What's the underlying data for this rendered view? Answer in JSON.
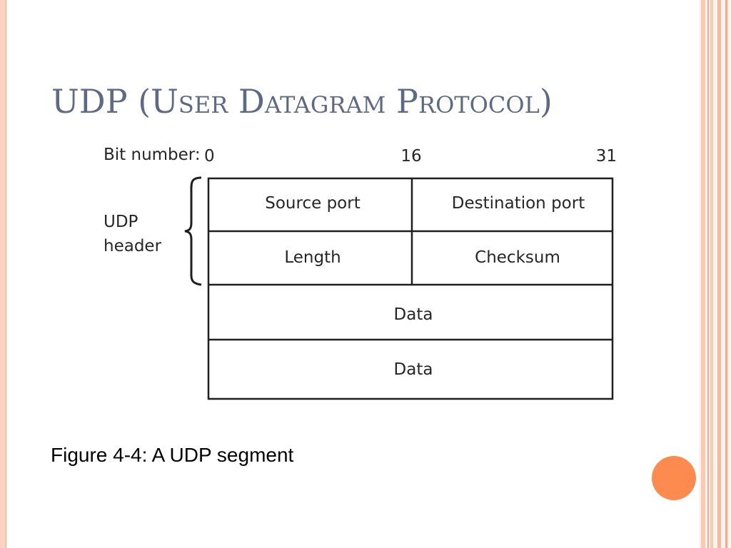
{
  "slide": {
    "title": "UDP (User Datagram Protocol)",
    "caption": "Figure 4-4: A UDP segment"
  },
  "diagram": {
    "bit_label": "Bit number:",
    "bit_positions": [
      "0",
      "16",
      "31"
    ],
    "header_label_line1": "UDP",
    "header_label_line2": "header",
    "header_fields": [
      [
        "Source port",
        "Destination port"
      ],
      [
        "Length",
        "Checksum"
      ]
    ],
    "data_rows": [
      "Data",
      "Data"
    ]
  },
  "colors": {
    "title": "#5e6a83",
    "accent_orange": "#fd8a4e",
    "frame_stripe": "#f4a58a",
    "frame_fill": "#fbd3c4"
  }
}
